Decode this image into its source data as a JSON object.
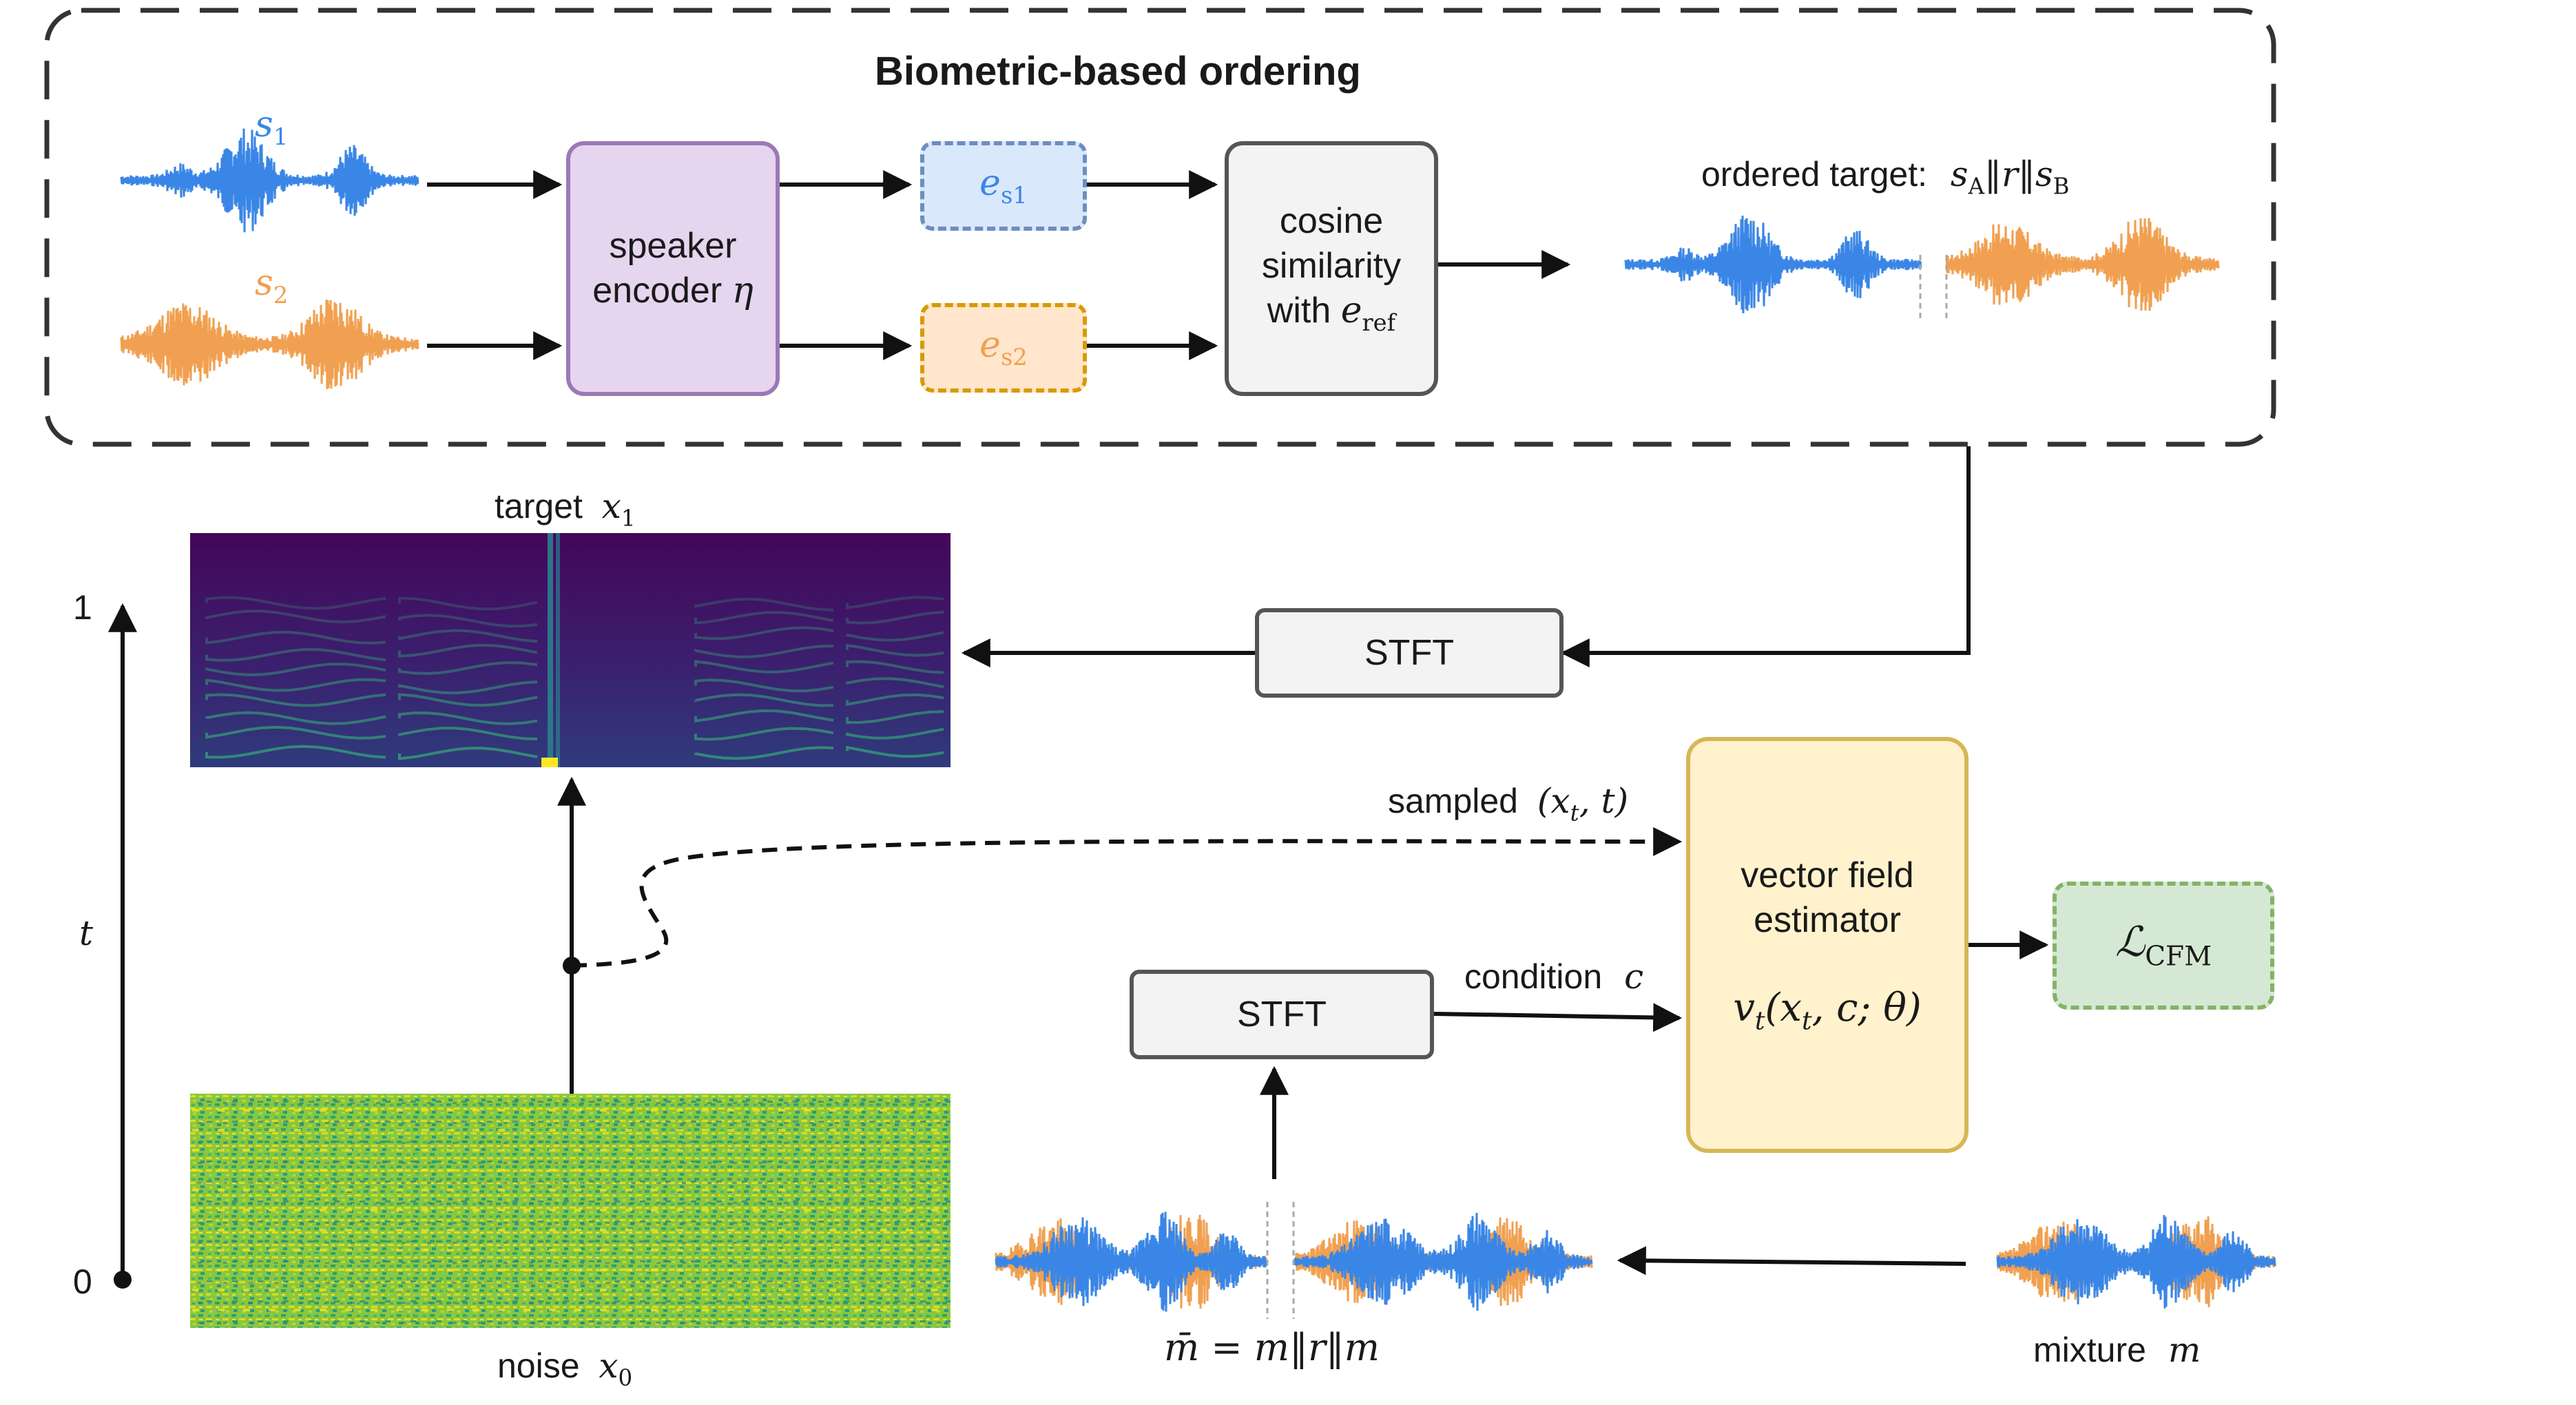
{
  "title": "Biometric-based ordering",
  "colors": {
    "speaker1": "#3a86e6",
    "speaker2": "#f0a050",
    "encoder_fill": "#e6d5ef",
    "encoder_border": "#9c79b6",
    "gray_box_fill": "#f3f3f3",
    "gray_box_border": "#555555",
    "vfe_fill": "#fff2cc",
    "vfe_border": "#d6b656",
    "loss_fill": "#d5e8d4",
    "loss_border": "#82b366",
    "emb1_fill": "#dae8fc",
    "emb1_border": "#6c8ebf",
    "emb2_fill": "#ffe6cc",
    "emb2_border": "#d79b00",
    "spectrogram_bg": "#3b1a5a",
    "noise_bg": "#6cbf3a"
  },
  "labels": {
    "s1": "s",
    "s1_sub": "1",
    "s2": "s",
    "s2_sub": "2",
    "encoder_line1": "speaker",
    "encoder_line2": "encoder",
    "encoder_symbol": "η",
    "frozen_icon": "snowflake-icon",
    "e_s1": "e",
    "e_s1_sub": "s1",
    "e_s2": "e",
    "e_s2_sub": "s2",
    "cosine_line1": "cosine",
    "cosine_line2": "similarity",
    "cosine_line3": "with",
    "cosine_e": "e",
    "cosine_e_sub": "ref",
    "ordered_target": "ordered target:",
    "ordered_target_math": "s_A‖r‖s_B",
    "target_label": "target",
    "target_symbol": "x",
    "target_sub": "1",
    "stft_top": "STFT",
    "stft_bottom": "STFT",
    "axis_top": "1",
    "axis_bottom": "0",
    "axis_var": "t",
    "sampled_text": "sampled",
    "sampled_math": "(x_t, t)",
    "vfe_line1": "vector field",
    "vfe_line2": "estimator",
    "vfe_formula": "v_t(x_t, c; θ)",
    "trainable_icon": "flame-icon",
    "loss": "L_CFM",
    "condition_text": "condition",
    "condition_symbol": "c",
    "mbar_formula": "m̄ = m‖r‖m",
    "noise_label": "noise",
    "noise_symbol": "x",
    "noise_sub": "0",
    "mixture_label": "mixture",
    "mixture_symbol": "m"
  }
}
